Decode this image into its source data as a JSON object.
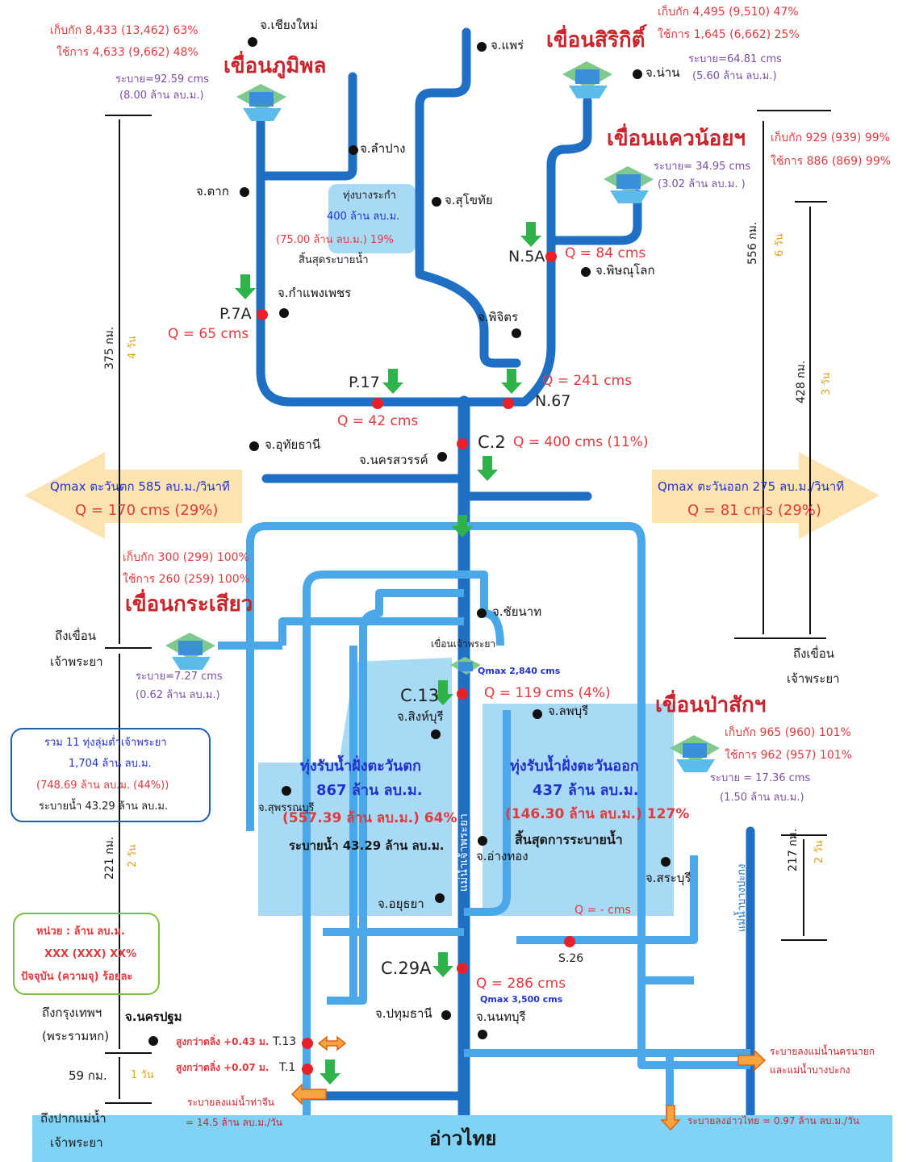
{
  "dams": {
    "bhumibol": {
      "name": "เขื่อนภูมิพล",
      "storage": "เก็บกัก 8,433 (13,462) 63%",
      "usable": "ใช้การ 4,633 (9,662) 48%",
      "release": "ระบาย=92.59 cms",
      "release_mcm": "(8.00 ล้าน ลบ.ม.)"
    },
    "sirikit": {
      "name": "เขื่อนสิริกิติ์",
      "storage": "เก็บกัก 4,495 (9,510) 47%",
      "usable": "ใช้การ 1,645 (6,662) 25%",
      "release": "ระบาย=64.81 cms",
      "release_mcm": "(5.60 ล้าน ลบ.ม.)"
    },
    "khwaenoi": {
      "name": "เขื่อนแควน้อยฯ",
      "storage": "เก็บกัก 929 (939) 99%",
      "usable": "ใช้การ 886 (869) 99%",
      "release": "ระบาย= 34.95 cms",
      "release_mcm": "(3.02 ล้าน ลบ.ม. )"
    },
    "krasiao": {
      "name": "เขื่อนกระเสียว",
      "storage": "เก็บกัก 300 (299) 100%",
      "usable": "ใช้การ 260 (259) 100%",
      "release": "ระบาย=7.27 cms",
      "release_mcm": "(0.62 ล้าน ลบ.ม.)"
    },
    "pasak": {
      "name": "เขื่อนป่าสักฯ",
      "storage": "เก็บกัก 965 (960) 101%",
      "usable": "ใช้การ 962 (957) 101%",
      "release": "ระบาย = 17.36 cms",
      "release_mcm": "(1.50 ล้าน ลบ.ม.)"
    }
  },
  "provinces": {
    "chiangmai": "จ.เชียงใหม่",
    "phrae": "จ.แพร่",
    "nan": "จ.น่าน",
    "lampang": "จ.ลำปาง",
    "tak": "จ.ตาก",
    "sukhothai": "จ.สุโขทัย",
    "phitsanulok": "จ.พิษณุโลก",
    "kamphaengphet": "จ.กำแพงเพชร",
    "phichit": "จ.พิจิตร",
    "uthaithani": "จ.อุทัยธานี",
    "nakhonsawan": "จ.นครสวรรค์",
    "chainat": "จ.ชัยนาท",
    "singburi": "จ.สิงห์บุรี",
    "lopburi": "จ.ลพบุรี",
    "suphanburi": "จ.สุพรรณบุรี",
    "angthong": "จ.อ่างทอง",
    "saraburi": "จ.สระบุรี",
    "ayutthaya": "จ.อยุธยา",
    "pathumthani": "จ.ปทุมธานี",
    "nonthaburi": "จ.นนทบุรี",
    "nakhonpathom": "จ.นครปฐม"
  },
  "stations": {
    "n5a": {
      "name": "N.5A",
      "q": "Q = 84 cms"
    },
    "p7a": {
      "name": "P.7A",
      "q": "Q = 65 cms"
    },
    "p17": {
      "name": "P.17",
      "q": "Q = 42 cms"
    },
    "n67": {
      "name": "N.67",
      "q": "Q = 241 cms"
    },
    "c2": {
      "name": "C.2",
      "q": "Q = 400 cms (11%)"
    },
    "c13": {
      "name": "C.13",
      "q": "Q = 119 cms (4%)",
      "qmax": "Qmax 2,840 cms"
    },
    "s26": {
      "name": "S.26",
      "q": "Q = - cms"
    },
    "c29a": {
      "name": "C.29A",
      "q": "Q = 286 cms",
      "qmax": "Qmax 3,500 cms"
    },
    "t13": {
      "name": "T.13",
      "note": "สูงกว่าตลิ่ง +0.43 ม."
    },
    "t1": {
      "name": "T.1",
      "note": "สูงกว่าตลิ่ง +0.07 ม."
    }
  },
  "bangrakam": {
    "title": "ทุ่งบางระกำ",
    "capacity": "400 ล้าน ลบ.ม.",
    "current": "(75.00 ล้าน ลบ.ม.) 19%",
    "status": "สิ้นสุดระบายน้ำ"
  },
  "west_field": {
    "title": "ทุ่งรับน้ำฝั่งตะวันตก",
    "capacity": "867 ล้าน ลบ.ม.",
    "current": "(557.39 ล้าน ลบ.ม.) 64%",
    "drain": "ระบายน้ำ 43.29 ล้าน ลบ.ม."
  },
  "east_field": {
    "title": "ทุ่งรับน้ำฝั่งตะวันออก",
    "capacity": "437 ล้าน ลบ.ม.",
    "current": "(146.30 ล้าน ลบ.ม.) 127%",
    "status": "สิ้นสุดการระบายน้ำ"
  },
  "summary_box": {
    "line1": "รวม 11 ทุ่งลุ่มต่ำเจ้าพระยา",
    "line2": "1,704 ล้าน ลบ.ม.",
    "line3": "(748.69 ล้าน ลบ.ม. (44%))",
    "line4": "ระบายน้ำ 43.29 ล้าน ลบ.ม."
  },
  "legend_box": {
    "line1": "หน่วย : ล้าน ลบ.ม.",
    "line2": "XXX (XXX) XX%",
    "line3": "ปัจจุบัน (ความจุ) ร้อยละ"
  },
  "west_arrow": {
    "title": "Qmax ตะวันตก 585 ลบ.ม./วินาที",
    "q": "Q = 170 cms (29%)"
  },
  "east_arrow": {
    "title": "Qmax ตะวันออก 275 ลบ.ม./วินาที",
    "q": "Q = 81 cms (29%)"
  },
  "distances": {
    "left_375": "375 กม.",
    "left_375_days": "4 วัน",
    "left_221": "221 กม.",
    "left_221_days": "2 วัน",
    "left_59": "59 กม.",
    "left_59_days": "1 วัน",
    "right_556": "556 กม.",
    "right_556_days": "6 วัน",
    "right_428": "428 กม.",
    "right_428_days": "3 วัน",
    "right_217": "217 กม.",
    "right_217_days": "2 วัน"
  },
  "labels": {
    "to_dam_left1": "ถึงเขื่อน",
    "to_dam_left2": "เจ้าพระยา",
    "to_dam_right1": "ถึงเขื่อน",
    "to_dam_right2": "เจ้าพระยา",
    "to_bkk1": "ถึงกรุงเทพฯ",
    "to_bkk2": "(พระรามหก)",
    "to_mouth1": "ถึงปากแม่น้ำ",
    "to_mouth2": "เจ้าพระยา",
    "chaophraya_dam": "เขื่อนเจ้าพระยา",
    "chaophraya_river": "แม่น้ำเจ้าพระยา",
    "bangpakong_river": "แม่น้ำบางปะกง",
    "gulf": "อ่าวไทย",
    "thachin": "ระบายลงแม่น้ำท่าจีน",
    "thachin_val": "= 14.5 ล้าน ลบ.ม./วัน",
    "gulf_release": "ระบายลงอ่าวไทย = 0.97 ล้าน ลบ.ม./วัน",
    "east_release1": "ระบายลงแม่น้ำนครนายก",
    "east_release2": "และแม่น้ำบางปะกง"
  },
  "colors": {
    "river": "#1f6fc4",
    "canal": "#4aa8e8",
    "field": "#a9daf5",
    "station": "#e8202a",
    "arrow": "#2db34a",
    "fan": "#fde3b0"
  }
}
